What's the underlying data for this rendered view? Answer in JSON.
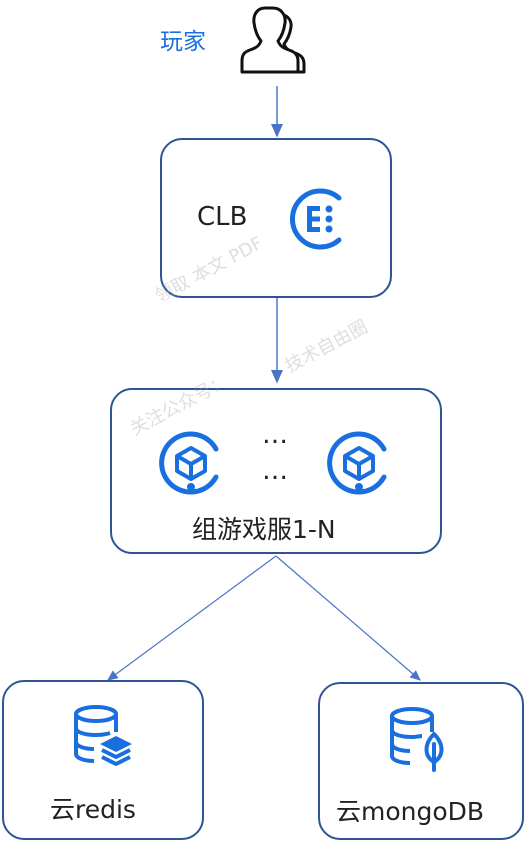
{
  "player": {
    "label": "玩家",
    "icon": "users-icon"
  },
  "clb": {
    "label": "CLB",
    "icon": "clb-icon"
  },
  "game_servers": {
    "label": "组游戏服1-N",
    "dots_top": "…",
    "dots_bottom": "…",
    "icon": "server-cube-icon"
  },
  "redis": {
    "label": "云redis",
    "icon": "database-layers-icon"
  },
  "mongo": {
    "label": "云mongoDB",
    "icon": "database-leaf-icon"
  },
  "watermark": {
    "line1": "领取 本文 PDF",
    "line2": "技术自由圈",
    "line3": "关注公众号："
  },
  "colors": {
    "accent": "#1a6fe0",
    "border": "#2f5496",
    "arrow": "#4a74c9",
    "text": "#222222"
  }
}
